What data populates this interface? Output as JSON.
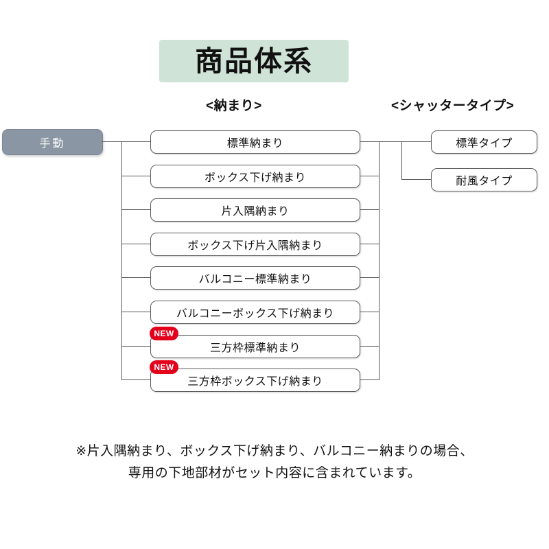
{
  "title": {
    "text": "商品体系",
    "background_color": "#cfe3d7"
  },
  "column_headers": {
    "naosamari": "<納まり>",
    "shutter_type": "<シャッタータイプ>"
  },
  "root": {
    "label": "手動",
    "background_color": "#8b96a4",
    "text_color": "#ffffff"
  },
  "badge": {
    "label": "NEW",
    "color": "#e3001b"
  },
  "naosamari_items": [
    {
      "label": "標準納まり",
      "new": false
    },
    {
      "label": "ボックス下げ納まり",
      "new": false
    },
    {
      "label": "片入隅納まり",
      "new": false
    },
    {
      "label": "ボックス下げ片入隅納まり",
      "new": false
    },
    {
      "label": "バルコニー標準納まり",
      "new": false
    },
    {
      "label": "バルコニーボックス下げ納まり",
      "new": false
    },
    {
      "label": "三方枠標準納まり",
      "new": true
    },
    {
      "label": "三方枠ボックス下げ納まり",
      "new": true
    }
  ],
  "shutter_items": [
    {
      "label": "標準タイプ"
    },
    {
      "label": "耐風タイプ"
    }
  ],
  "footnote": {
    "line1": "※片入隅納まり、ボックス下げ納まり、バルコニー納まりの場合、",
    "line2": "専用の下地部材がセット内容に含まれています。"
  }
}
